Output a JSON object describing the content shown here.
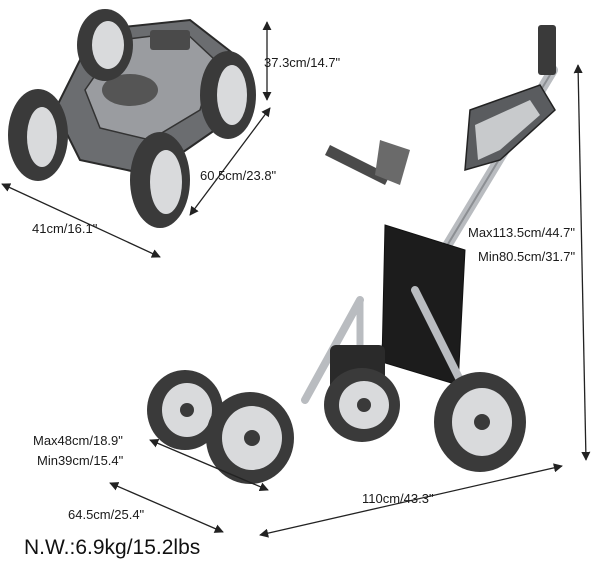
{
  "folded": {
    "height_label": "37.3cm/14.7\"",
    "depth_label": "60.5cm/23.8\"",
    "width_label": "41cm/16.1\""
  },
  "open": {
    "height_max_label": "Max113.5cm/44.7\"",
    "height_min_label": "Min80.5cm/31.7\"",
    "width_max_label": "Max48cm/18.9\"",
    "width_min_label": "Min39cm/15.4\"",
    "front_width_label": "64.5cm/25.4\"",
    "length_label": "110cm/43.3\""
  },
  "net_weight": "N.W.:6.9kg/15.2lbs",
  "colors": {
    "frame": "#b9bcc0",
    "tire": "#3a3a3a",
    "hub": "#d9dadc",
    "bag": "#1c1c1c",
    "dimension_line": "#222222"
  }
}
